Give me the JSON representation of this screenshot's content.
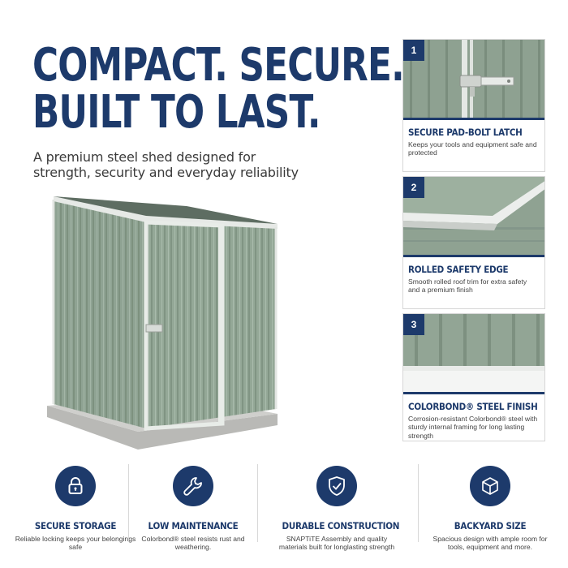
{
  "headline": {
    "line1": "COMPACT. SECURE.",
    "line2": "BUILT TO LAST."
  },
  "subheadline": {
    "line1": "A premium steel shed designed for",
    "line2": "strength, security and everyday reliability"
  },
  "cards": [
    {
      "number": "1",
      "title": "SECURE PAD-BOLT LATCH",
      "description": "Keeps your tools and equipment safe and protected"
    },
    {
      "number": "2",
      "title": "ROLLED SAFETY EDGE",
      "description": "Smooth rolled roof trim for extra safety and a premium finish"
    },
    {
      "number": "3",
      "title": "COLORBOND® STEEL FINISH",
      "description": "Corrosion-resistant Colorbond® steel with sturdy internal framing for long lasting strength"
    }
  ],
  "features": [
    {
      "icon": "padlock-icon",
      "title": "SECURE STORAGE",
      "description": "Reliable locking keeps your belongings safe"
    },
    {
      "icon": "wrench-icon",
      "title": "LOW MAINTENANCE",
      "description": "Colorbond® steel resists rust and weathering."
    },
    {
      "icon": "shield-check-icon",
      "title": "DURABLE CONSTRUCTION",
      "description": "SNAPTiTE Assembly and quality materials built for longlasting strength"
    },
    {
      "icon": "cube-icon",
      "title": "BACKYARD SIZE",
      "description": "Spacious design with ample room for tools, equipment and more."
    }
  ],
  "colors": {
    "navy": "#1d3a6b",
    "shed_green": "#8fa393"
  }
}
